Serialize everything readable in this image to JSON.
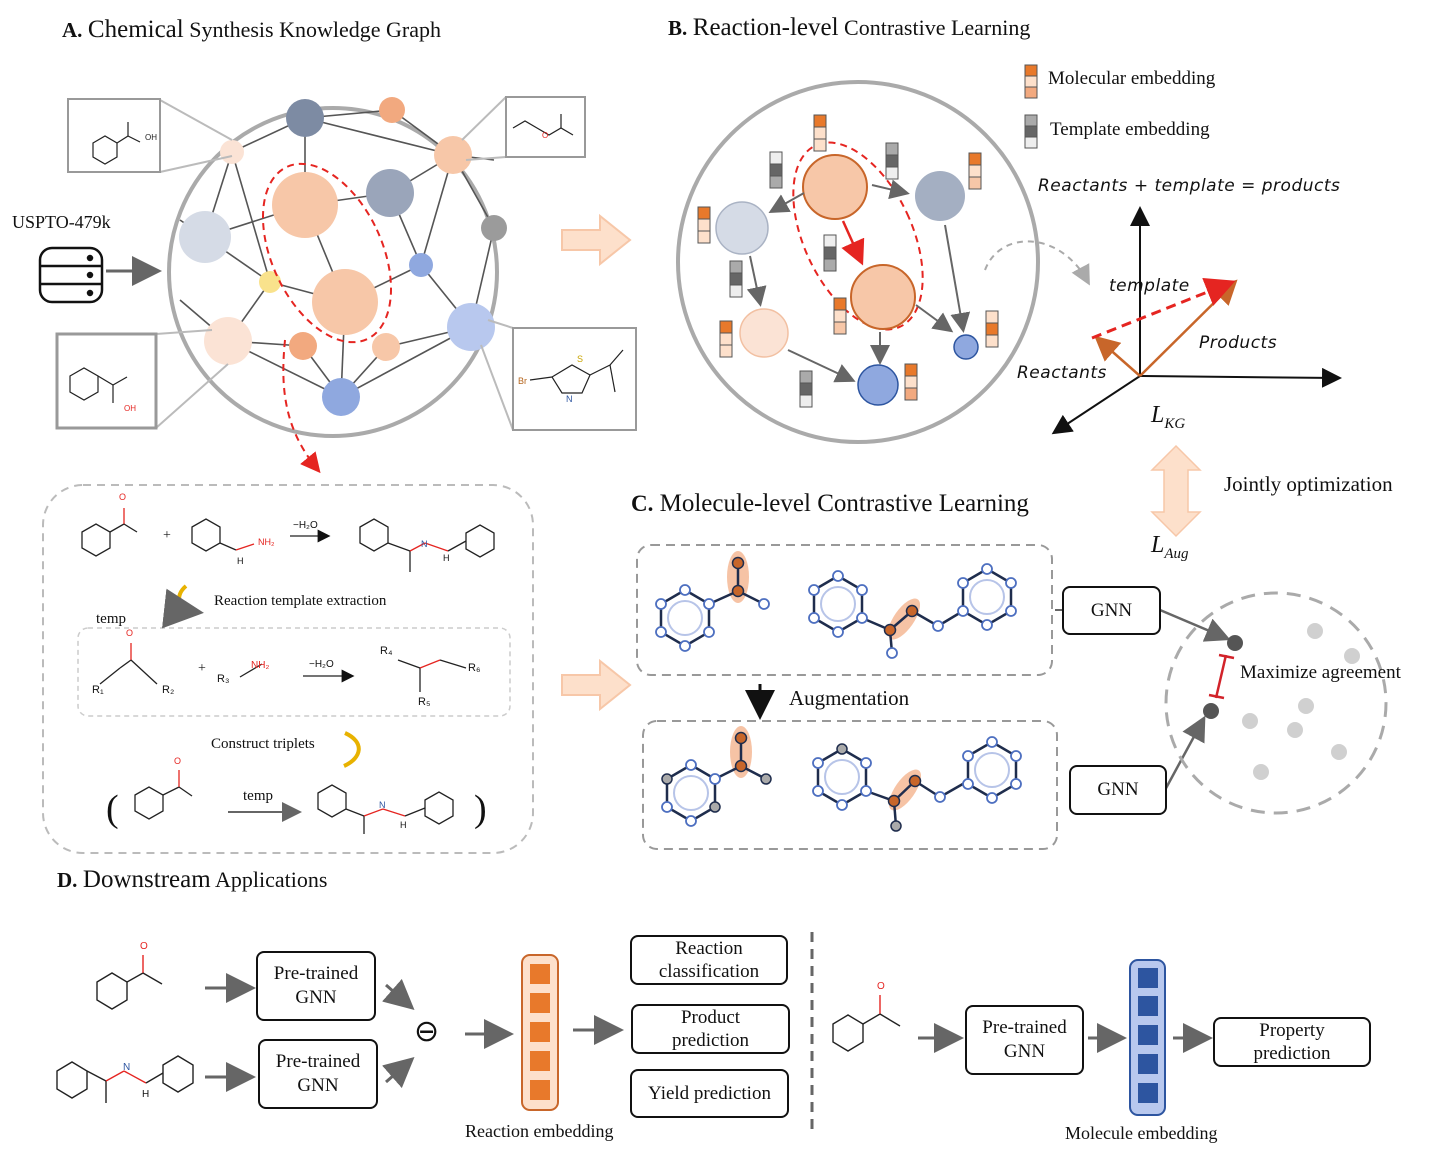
{
  "panel_a": {
    "letter": "A.",
    "title_big": "Chemical",
    "title_rest": "Synthesis Knowledge Graph",
    "dataset": "USPTO-479k",
    "atom_oh": "OH",
    "atom_o": "O",
    "atom_br": "Br",
    "atom_s": "S",
    "atom_n": "N"
  },
  "panel_a_detail": {
    "reaction_condition": "−H₂O",
    "step_extract": "Reaction template extraction",
    "temp_label": "temp",
    "step_triplets": "Construct triplets",
    "triplet_relation": "temp",
    "paren_open": "(",
    "paren_close": ")",
    "plus": "+",
    "atom_o": "O",
    "atom_n": "N",
    "atom_h": "H",
    "atom_nh2": "NH₂",
    "r_groups": [
      "R₁",
      "R₂",
      "R₃",
      "R₄",
      "R₅",
      "R₆"
    ]
  },
  "panel_b": {
    "letter": "B.",
    "title_big": "Reaction-level",
    "title_rest": "Contrastive Learning",
    "legend": [
      "Molecular embedding",
      "Template embedding"
    ],
    "equation": "Reactants + template = products",
    "vec_template": "template",
    "vec_products": "Products",
    "vec_reactants": "Reactants",
    "loss_kg": "L",
    "loss_kg_sub": "KG",
    "loss_aug": "L",
    "loss_aug_sub": "Aug",
    "joint": "Jointly optimization"
  },
  "panel_c": {
    "letter": "C.",
    "title": "Molecule-level Contrastive Learning",
    "augmentation": "Augmentation",
    "gnn_top": "GNN",
    "gnn_bottom": "GNN",
    "agreement": "Maximize agreement"
  },
  "panel_d": {
    "letter": "D.",
    "title_big": "Downstream",
    "title_rest": "Applications",
    "pretrained_1": [
      "Pre-trained",
      "GNN"
    ],
    "pretrained_2": [
      "Pre-trained",
      "GNN"
    ],
    "minus_symbol": "⊖",
    "reaction_embedding": "Reaction embedding",
    "tasks": [
      [
        "Reaction",
        "classification"
      ],
      [
        "Product",
        "prediction"
      ],
      [
        "Yield prediction"
      ]
    ],
    "pretrained_3": [
      "Pre-trained",
      "GNN"
    ],
    "molecule_embedding": "Molecule embedding",
    "property_task": [
      "Property",
      "prediction"
    ],
    "atom_o": "O",
    "atom_n": "N",
    "atom_h": "H"
  },
  "colors": {
    "orange_light": "#f7c7a8",
    "orange_med": "#f2a97f",
    "orange_dark": "#e8792b",
    "slate": "#7d8ba3",
    "blue_node": "#8fa8df",
    "red_dash": "#e52521",
    "arrow_brown": "#c8662a",
    "emb_blue": "#2d55a0"
  }
}
